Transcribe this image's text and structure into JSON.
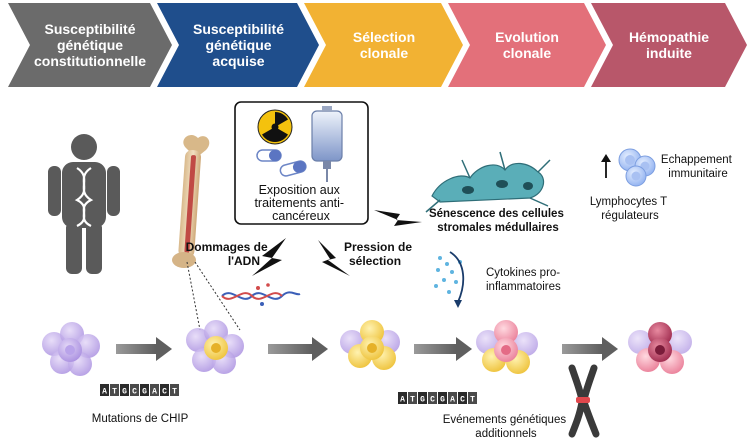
{
  "stages": [
    {
      "label": "Susceptibilité génétique constitutionnelle",
      "color": "#6b6b6b"
    },
    {
      "label": "Susceptibilité génétique acquise",
      "color": "#1f4e8c"
    },
    {
      "label": "Sélection clonale",
      "color": "#f2b233"
    },
    {
      "label": "Evolution clonale",
      "color": "#e3707a"
    },
    {
      "label": "Hémopathie induite",
      "color": "#b8576a"
    }
  ],
  "exposure": {
    "label": "Exposition aux traitements anti-cancéreux"
  },
  "damage": {
    "label": "Dommages de l'ADN"
  },
  "pressure": {
    "label": "Pression de sélection"
  },
  "senescence": {
    "label": "Sénescence des cellules stromales médullaires"
  },
  "cytokines": {
    "label": "Cytokines pro-inflammatoires"
  },
  "immune": {
    "label": "Echappement immunitaire",
    "arrow_icon": "up-arrow-icon"
  },
  "treg": {
    "label": "Lymphocytes T régulateurs"
  },
  "chip": {
    "label": "Mutations de CHIP",
    "dna_letters": "ATGCGACT"
  },
  "events": {
    "label": "Evénements génétiques additionnels",
    "dna_letters": "ATGCGACT"
  },
  "icons": [
    "human-dna-icon",
    "femur-bone-icon",
    "radiation-icon",
    "pills-icon",
    "iv-bag-icon",
    "lightning-icon",
    "stromal-cells-icon",
    "cytokines-icon",
    "lymphocytes-icon",
    "chromosome-icon",
    "dna-strand-icon"
  ]
}
